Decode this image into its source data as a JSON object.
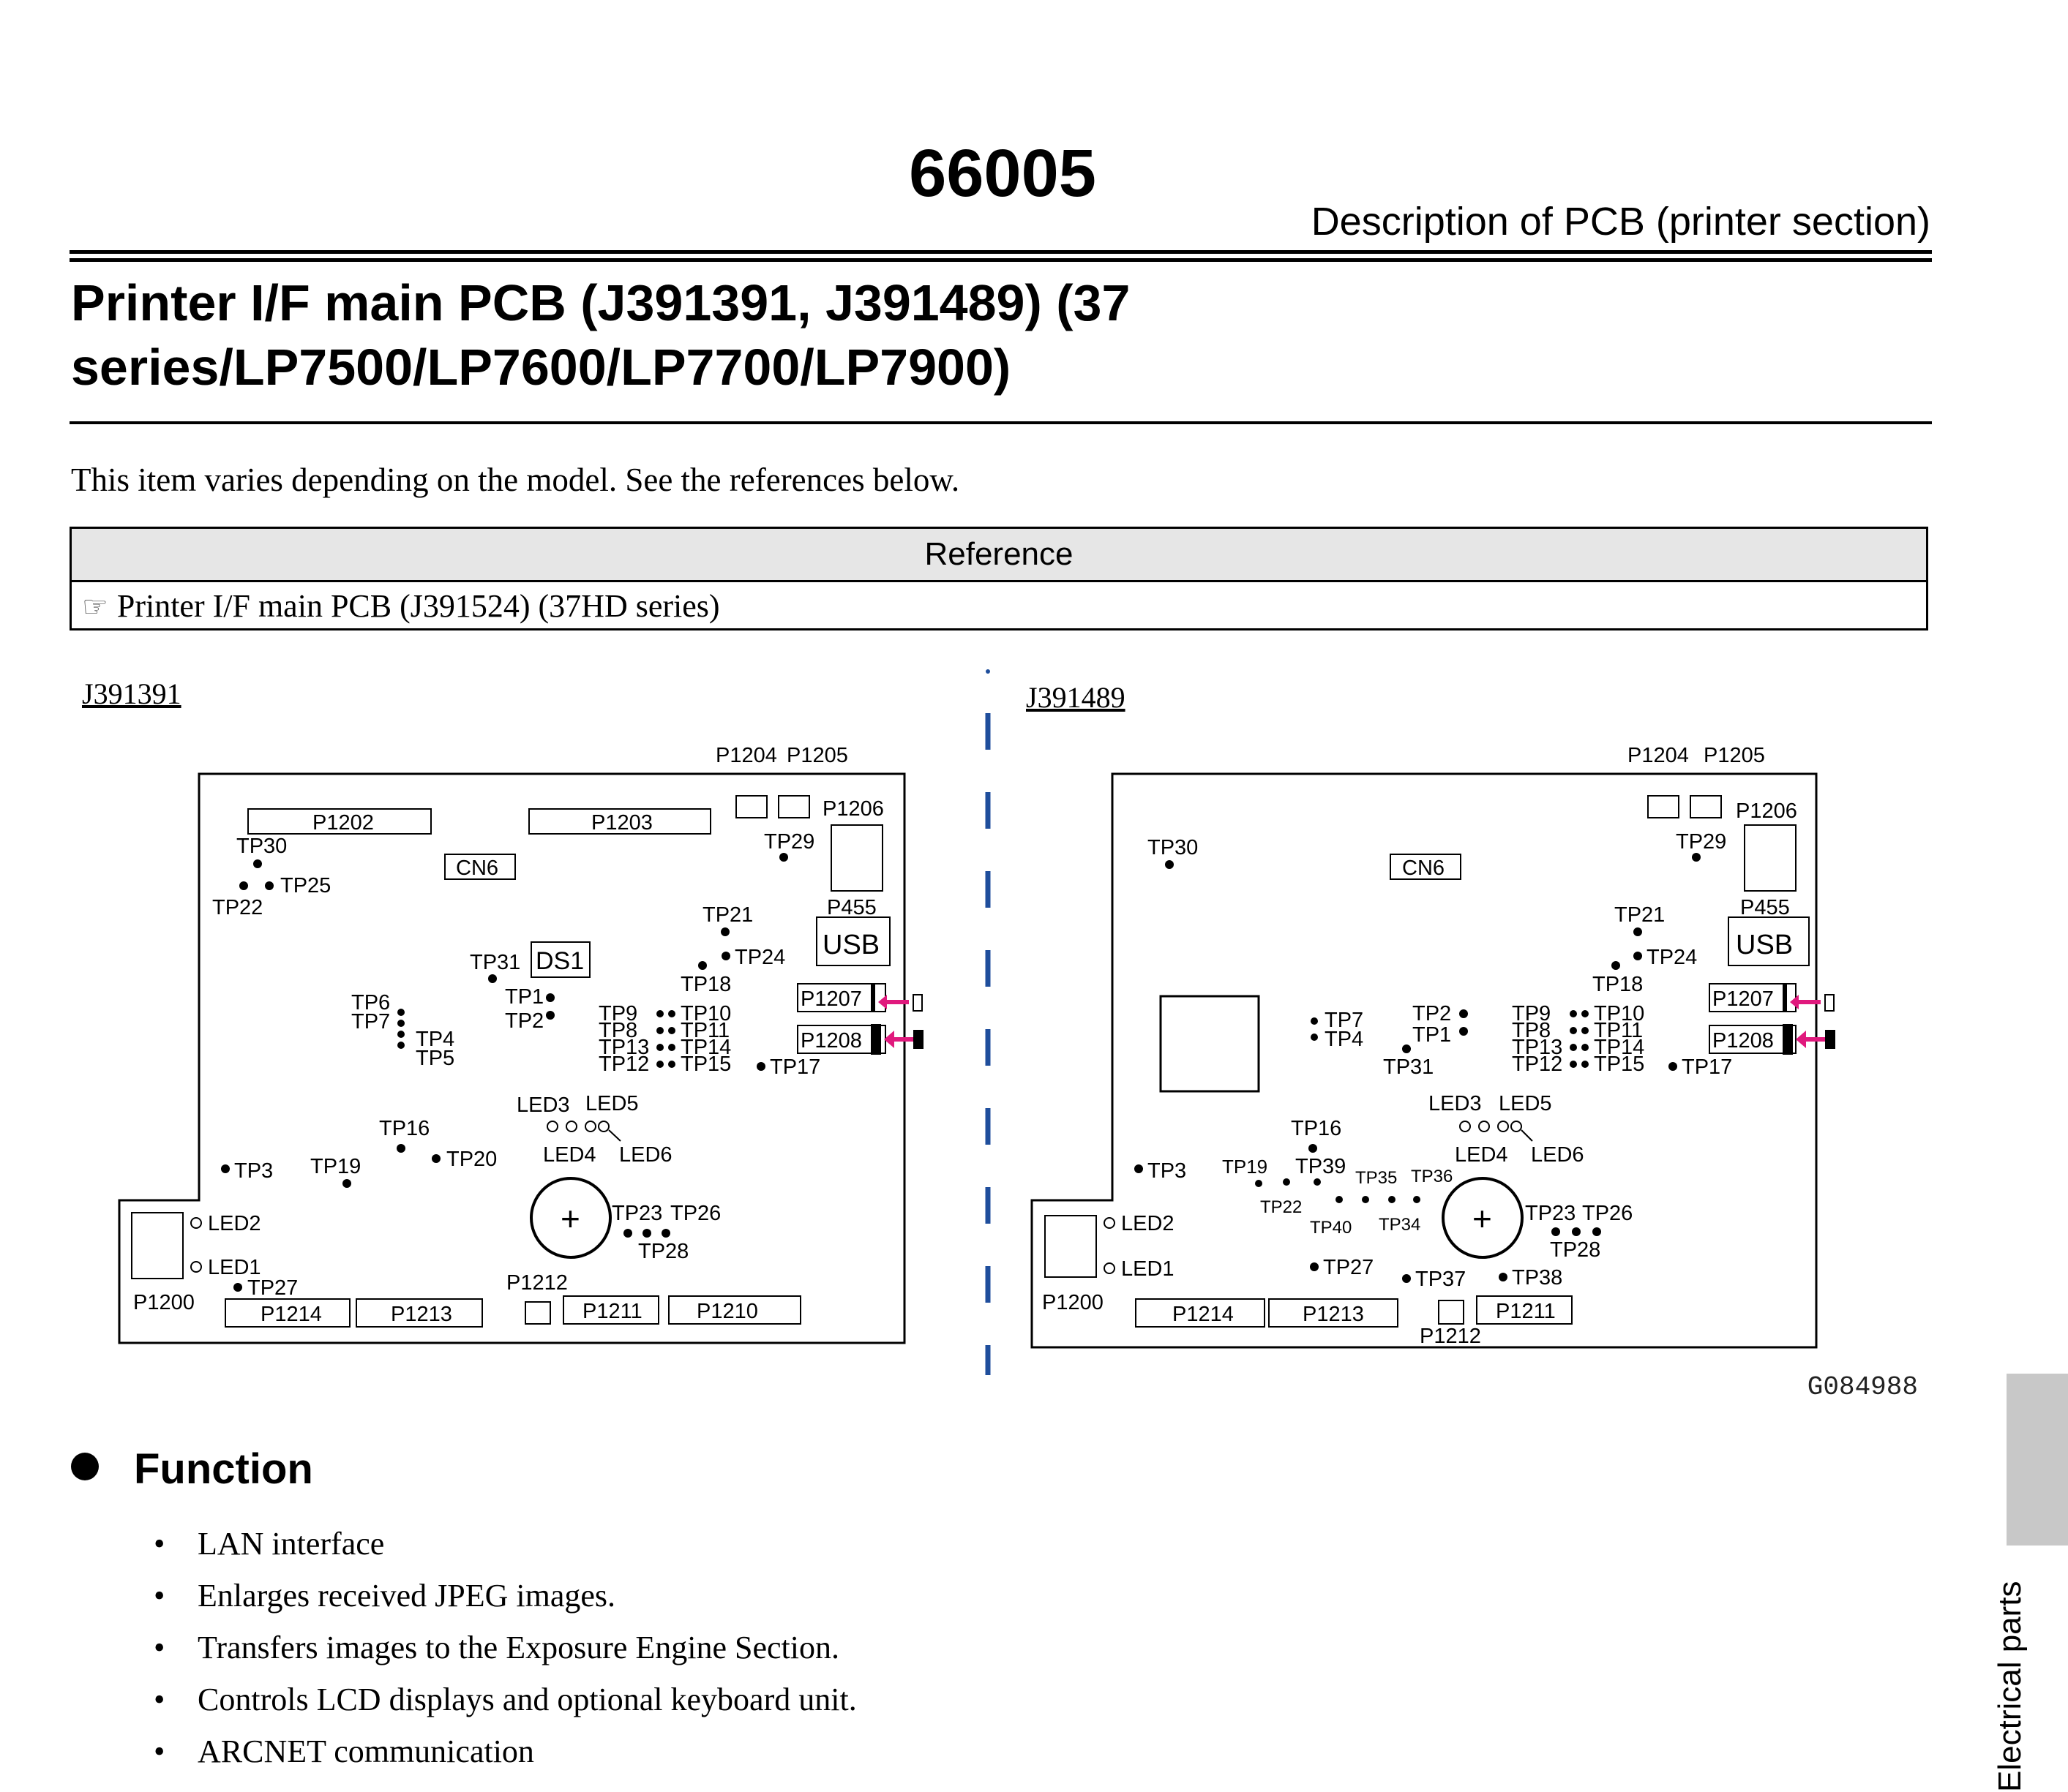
{
  "header": {
    "page_number": "66005",
    "section_title": "Description of PCB (printer section)"
  },
  "title": {
    "line1": "Printer I/F main PCB (J391391, J391489) (37",
    "line2": "series/LP7500/LP7600/LP7700/LP7900)"
  },
  "intro": "This item varies depending on the model. See the references below.",
  "reference": {
    "header": "Reference",
    "link": "Printer I/F main PCB (J391524) (37HD series)",
    "icon": "pointing-hand-icon"
  },
  "figure": {
    "left_board": {
      "label": "J391391",
      "labels": {
        "p1204": "P1204",
        "p1205": "P1205",
        "p1206": "P1206",
        "p1202": "P1202",
        "p1203": "P1203",
        "tp30": "TP30",
        "tp25": "TP25",
        "tp22": "TP22",
        "cn6": "CN6",
        "tp29": "TP29",
        "tp21": "TP21",
        "p455": "P455",
        "usb": "USB",
        "tp24": "TP24",
        "tp31": "TP31",
        "ds1": "DS1",
        "tp18": "TP18",
        "tp1": "TP1",
        "tp2": "TP2",
        "tp6": "TP6",
        "tp7": "TP7",
        "tp4": "TP4",
        "tp5": "TP5",
        "tp9": "TP9",
        "tp8": "TP8",
        "tp13": "TP13",
        "tp12": "TP12",
        "tp10": "TP10",
        "tp11": "TP11",
        "tp14": "TP14",
        "tp15": "TP15",
        "p1207": "P1207",
        "p1208": "P1208",
        "tp17": "TP17",
        "led3": "LED3",
        "led5": "LED5",
        "led4": "LED4",
        "led6": "LED6",
        "tp16": "TP16",
        "tp3": "TP3",
        "tp19": "TP19",
        "tp20": "TP20",
        "tp23": "TP23",
        "tp26": "TP26",
        "tp28": "TP28",
        "led2": "LED2",
        "led1": "LED1",
        "tp27": "TP27",
        "p1212": "P1212",
        "p1200": "P1200",
        "p1214": "P1214",
        "p1213": "P1213",
        "p1211": "P1211",
        "p1210": "P1210"
      }
    },
    "right_board": {
      "label": "J391489",
      "labels": {
        "p1204": "P1204",
        "p1205": "P1205",
        "p1206": "P1206",
        "tp30": "TP30",
        "cn6": "CN6",
        "tp29": "TP29",
        "tp21": "TP21",
        "p455": "P455",
        "usb": "USB",
        "tp24": "TP24",
        "tp18": "TP18",
        "tp7": "TP7",
        "tp4": "TP4",
        "tp2": "TP2",
        "tp1": "TP1",
        "tp31": "TP31",
        "tp9": "TP9",
        "tp8": "TP8",
        "tp13": "TP13",
        "tp12": "TP12",
        "tp10": "TP10",
        "tp11": "TP11",
        "tp14": "TP14",
        "tp15": "TP15",
        "p1207": "P1207",
        "p1208": "P1208",
        "tp17": "TP17",
        "led3": "LED3",
        "led5": "LED5",
        "led4": "LED4",
        "led6": "LED6",
        "tp16": "TP16",
        "tp3": "TP3",
        "tp19": "TP19",
        "tp39": "TP39",
        "tp35": "TP35",
        "tp36": "TP36",
        "tp22": "TP22",
        "tp40": "TP40",
        "tp34": "TP34",
        "tp23": "TP23",
        "tp26": "TP26",
        "tp28": "TP28",
        "led2": "LED2",
        "led1": "LED1",
        "tp27": "TP27",
        "tp37": "TP37",
        "tp38": "TP38",
        "p1200": "P1200",
        "p1214": "P1214",
        "p1213": "P1213",
        "p1212": "P1212",
        "p1211": "P1211"
      }
    },
    "code": "G084988"
  },
  "function": {
    "heading": "Function",
    "items": [
      "LAN interface",
      "Enlarges received JPEG images.",
      "Transfers images to the Exposure Engine Section.",
      "Controls LCD displays and optional keyboard unit.",
      "ARCNET communication"
    ]
  },
  "side_tab": {
    "label": "Electrical parts"
  },
  "colors": {
    "accent_arrow": "#e0197d",
    "divider": "#1f4e9c",
    "tab_gray": "#c8c8c8"
  }
}
